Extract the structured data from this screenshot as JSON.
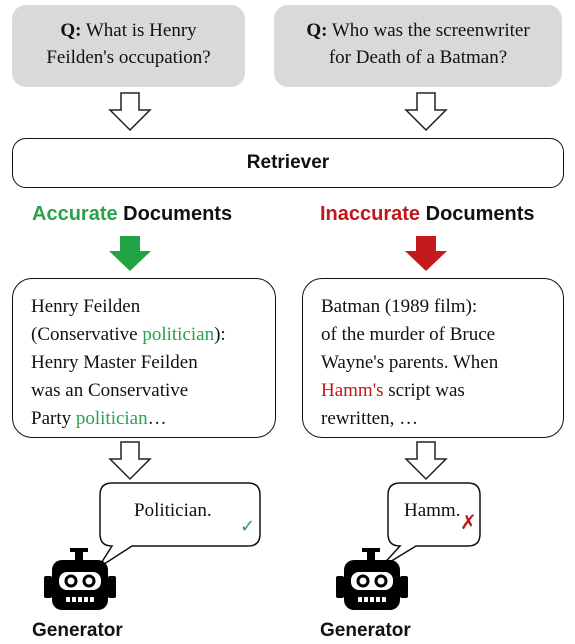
{
  "left": {
    "question": {
      "prefix": "Q:",
      "text_line1": " What is Henry",
      "text_line2": "Feilden's occupation?"
    },
    "heading": {
      "accent": "Accurate",
      "rest": " Documents",
      "accent_color": "#2aa14a"
    },
    "document": {
      "line1": "Henry Feilden",
      "line2_a": "(Conservative ",
      "line2_hl": "politician",
      "line2_b": "):",
      "line3": "Henry Master Feilden",
      "line4": "was an Conservative",
      "line5_a": "Party ",
      "line5_hl": "politician",
      "line5_b": "…"
    },
    "answer": "Politician.",
    "mark": "✓",
    "generator_label": "Generator"
  },
  "right": {
    "question": {
      "prefix": "Q:",
      "text_line1": " Who was the screenwriter",
      "text_line2": "for Death of a Batman?"
    },
    "heading": {
      "accent": "Inaccurate",
      "rest": " Documents",
      "accent_color": "#c0171b"
    },
    "document": {
      "line1": "Batman (1989 film):",
      "line2": "of the murder of Bruce",
      "line3": "Wayne's parents. When",
      "line4_hl": "Hamm's",
      "line4_b": " script was",
      "line5": "rewritten, …"
    },
    "answer": "Hamm.",
    "mark": "✗",
    "generator_label": "Generator"
  },
  "retriever_label": "Retriever",
  "icons": [
    "down-arrow-outline-icon",
    "down-arrow-filled-icon",
    "robot-icon",
    "speech-bubble"
  ]
}
